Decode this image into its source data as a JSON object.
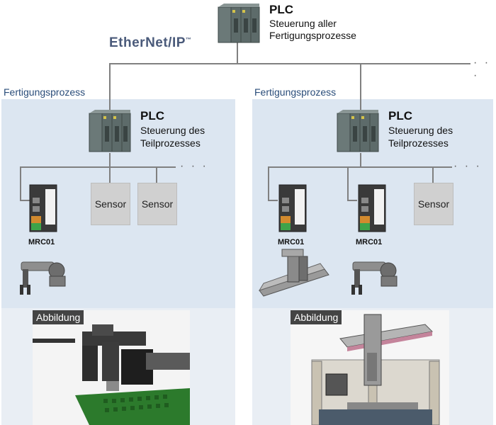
{
  "network": {
    "logo_text": "EtherNet/IP",
    "logo_tm": "™"
  },
  "top_plc": {
    "title": "PLC",
    "line1": "Steuerung aller",
    "line2": "Fertigungsprozesse"
  },
  "left_process": {
    "label": "Fertigungsprozess",
    "plc_title": "PLC",
    "plc_line1": "Steuerung des",
    "plc_line2": "Teilprozesses",
    "sensors": [
      "Sensor",
      "Sensor"
    ],
    "mrc_labels": [
      "MRC01"
    ],
    "image_label": "Abbildung"
  },
  "right_process": {
    "label": "Fertigungsprozess",
    "plc_title": "PLC",
    "plc_line1": "Steuerung des",
    "plc_line2": "Teilprozesses",
    "sensors": [
      "Sensor"
    ],
    "mrc_labels": [
      "MRC01",
      "MRC01"
    ],
    "image_label": "Abbildung"
  },
  "ellipsis": "· · ·",
  "colors": {
    "panel": "#dce6f1",
    "line": "#808080",
    "plc_body": "#5d6b6a",
    "label_blue": "#2a4d7a"
  }
}
